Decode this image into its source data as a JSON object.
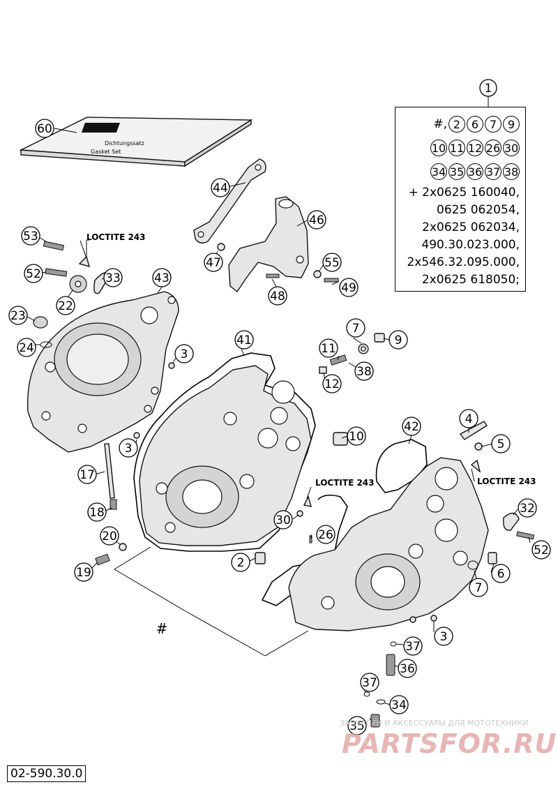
{
  "diagram_id": "02-590.30.0",
  "loctite_label": "LOCTITE 243",
  "kit_symbol": "#",
  "kit_header_prefix": "#,",
  "kit_row1": [
    "2",
    "6",
    "7",
    "9"
  ],
  "kit_row2": [
    "10",
    "11",
    "12",
    "26",
    "30"
  ],
  "kit_row3": [
    "34",
    "35",
    "36",
    "37",
    "38"
  ],
  "kit_lines": [
    "+ 2x0625 160040,",
    "0625 062054,",
    "2x0625 062034,",
    "490.30.023.000,",
    "2x546.32.095.000,",
    "2x0625 618050;"
  ],
  "kit_callout": "1",
  "gasket_label": {
    "line1": "Dichtungssatz",
    "line2": "Gasket Set"
  },
  "watermark": {
    "small": "ЗАПЧАСТИ И АКСЕССУАРЫ ДЛЯ МОТОТЕХНИКИ",
    "logo": "PARTSFOR.RU"
  },
  "callouts": [
    {
      "id": "c60",
      "n": "60"
    },
    {
      "id": "c44",
      "n": "44"
    },
    {
      "id": "c46",
      "n": "46"
    },
    {
      "id": "c53",
      "n": "53"
    },
    {
      "id": "c52a",
      "n": "52"
    },
    {
      "id": "c33",
      "n": "33"
    },
    {
      "id": "c43",
      "n": "43"
    },
    {
      "id": "c22",
      "n": "22"
    },
    {
      "id": "c47",
      "n": "47"
    },
    {
      "id": "c48",
      "n": "48"
    },
    {
      "id": "c55",
      "n": "55"
    },
    {
      "id": "c49",
      "n": "49"
    },
    {
      "id": "c23",
      "n": "23"
    },
    {
      "id": "c24",
      "n": "24"
    },
    {
      "id": "c3a",
      "n": "3"
    },
    {
      "id": "c41",
      "n": "41"
    },
    {
      "id": "c7a",
      "n": "7"
    },
    {
      "id": "c9",
      "n": "9"
    },
    {
      "id": "c11",
      "n": "11"
    },
    {
      "id": "c38",
      "n": "38"
    },
    {
      "id": "c12",
      "n": "12"
    },
    {
      "id": "c3b",
      "n": "3"
    },
    {
      "id": "c10",
      "n": "10"
    },
    {
      "id": "c42",
      "n": "42"
    },
    {
      "id": "c4",
      "n": "4"
    },
    {
      "id": "c5",
      "n": "5"
    },
    {
      "id": "c17",
      "n": "17"
    },
    {
      "id": "c18",
      "n": "18"
    },
    {
      "id": "c30",
      "n": "30"
    },
    {
      "id": "c26",
      "n": "26"
    },
    {
      "id": "c32",
      "n": "32"
    },
    {
      "id": "c20",
      "n": "20"
    },
    {
      "id": "c52b",
      "n": "52"
    },
    {
      "id": "c2",
      "n": "2"
    },
    {
      "id": "c6",
      "n": "6"
    },
    {
      "id": "c19",
      "n": "19"
    },
    {
      "id": "c7b",
      "n": "7"
    },
    {
      "id": "c3c",
      "n": "3"
    },
    {
      "id": "c37a",
      "n": "37"
    },
    {
      "id": "c36",
      "n": "36"
    },
    {
      "id": "c37b",
      "n": "37"
    },
    {
      "id": "c34",
      "n": "34"
    },
    {
      "id": "c35",
      "n": "35"
    }
  ]
}
